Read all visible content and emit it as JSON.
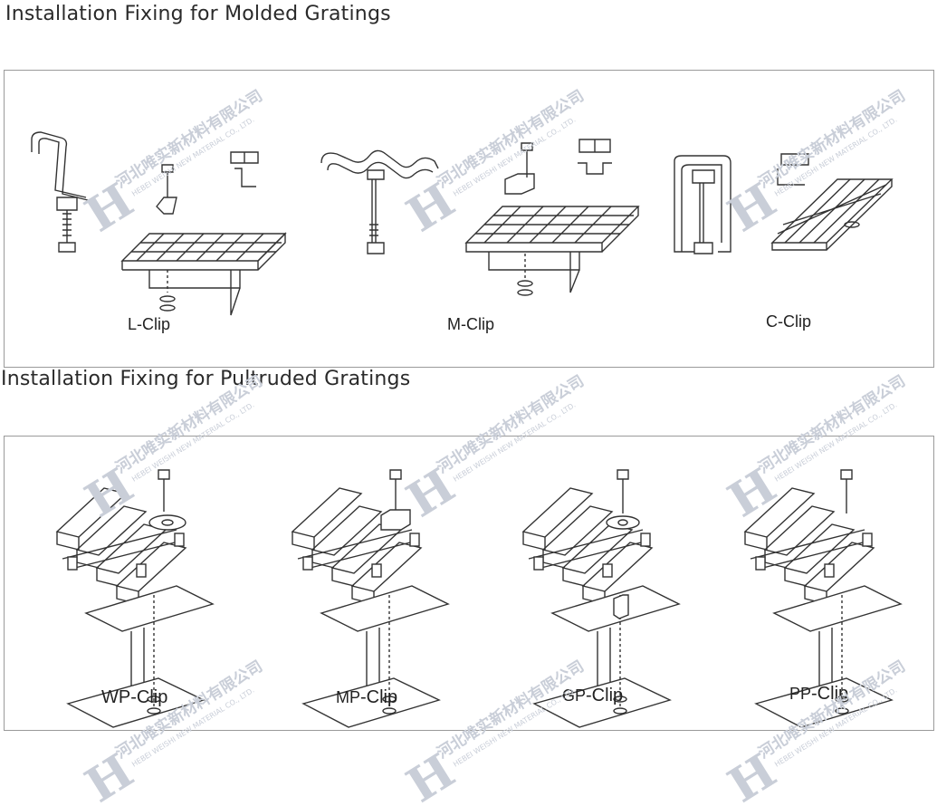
{
  "sections": [
    {
      "title": "Installation Fixing for Molded Gratings",
      "clips": [
        {
          "label": "L-Clip",
          "icon": "l-clip-drawing"
        },
        {
          "label": "M-Clip",
          "icon": "m-clip-drawing"
        },
        {
          "label": "C-Clip",
          "icon": "c-clip-drawing"
        }
      ]
    },
    {
      "title": "Installation Fixing for Pultruded Gratings",
      "clips": [
        {
          "label_prefix": "WP",
          "label_suffix": "-Clip",
          "icon": "wp-clip-drawing"
        },
        {
          "label_prefix": "MP",
          "label_suffix": "-Clip",
          "icon": "mp-clip-drawing"
        },
        {
          "label_prefix": "GP",
          "label_suffix": "-Clip",
          "icon": "gp-clip-drawing"
        },
        {
          "label_prefix": "PP",
          "label_suffix": "-Clip",
          "icon": "pp-clip-drawing"
        }
      ]
    }
  ],
  "watermark": {
    "logo": "H",
    "cn": "河北唯实新材料有限公司",
    "en": "HEBEI WEISHI NEW MATERIAL CO., LTD.",
    "color": "#c9ced8"
  },
  "colors": {
    "line": "#333333",
    "panel_border": "#9a9a9a"
  }
}
